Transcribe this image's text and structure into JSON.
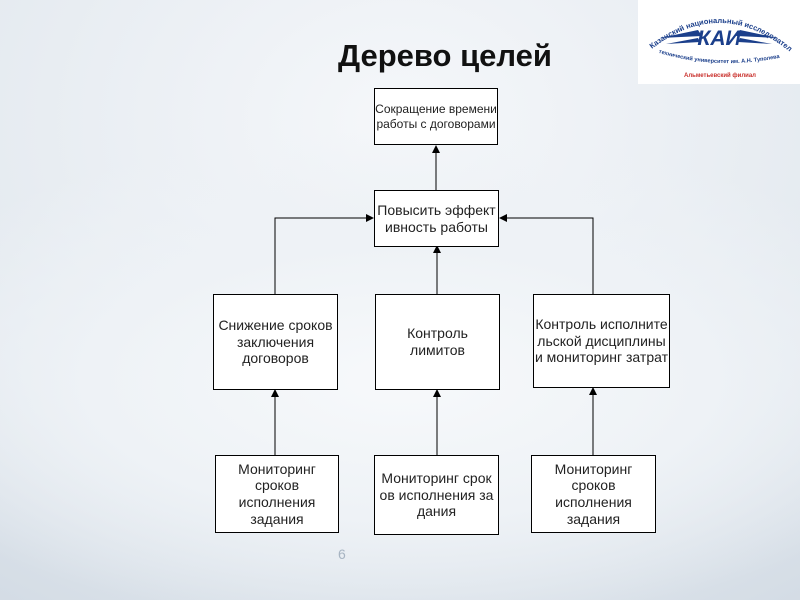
{
  "slide": {
    "title": "Дерево целей",
    "page_number": "6"
  },
  "logo": {
    "arc_top_text": "Казанский национальный исследовательский",
    "brand": "КАИ",
    "arc_bottom_text": "технический университет им. А.Н. Туполева",
    "branch": "Альметьевский филиал",
    "colors": {
      "primary": "#1b3f8b",
      "secondary": "#c9302c"
    }
  },
  "tree": {
    "root": "Сокращение времени работы с договорами",
    "goal": "Повысить эффективность работы",
    "level2": [
      "Снижение сроков заключения договоров",
      "Контроль лимитов",
      "Контроль исполнительской дисциплины и мониторинг затрат"
    ],
    "level3": [
      "Мониторинг сроков исполнения задания",
      "Мониторинг сроков исполнения задания",
      "Мониторинг сроков исполнения задания"
    ]
  }
}
